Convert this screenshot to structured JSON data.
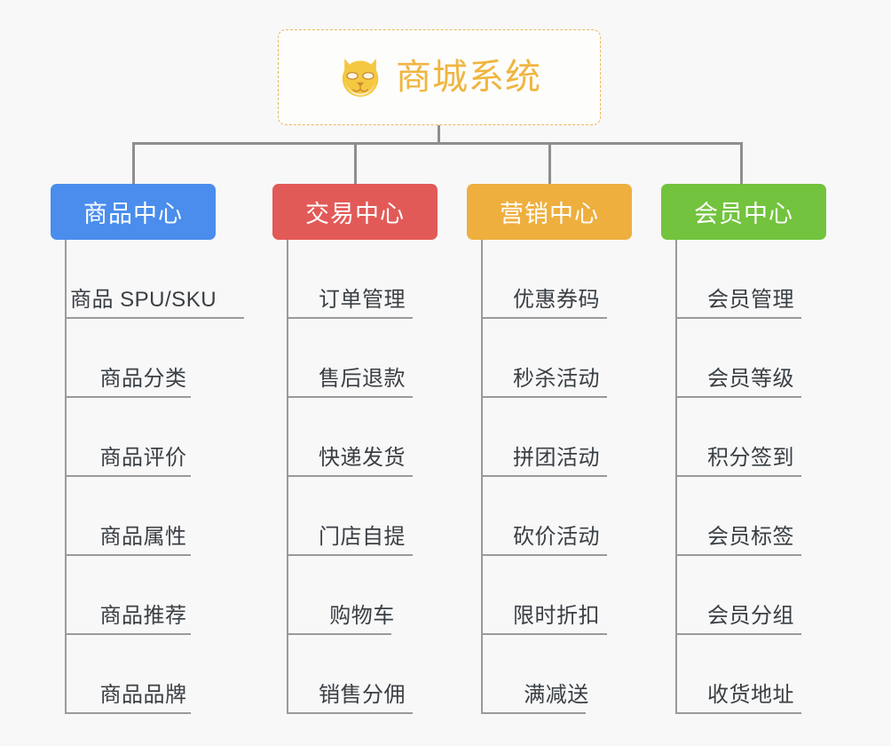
{
  "root": {
    "title": "商城系统",
    "icon": "shiba-dog-icon",
    "border_color": "#e8b85c",
    "text_color": "#f0b53f",
    "background": "#fdfdfc"
  },
  "canvas": {
    "background": "#f8f8f8",
    "connector_color": "#8e8e8e",
    "rule_color": "#9a9a9a",
    "item_text_color": "#3a3f44"
  },
  "columns": [
    {
      "title": "商品中心",
      "color": "#4a8ded",
      "items": [
        {
          "label": "商品 SPU/SKU",
          "rule_width": 202
        },
        {
          "label": "商品分类",
          "rule_width": 142
        },
        {
          "label": "商品评价",
          "rule_width": 142
        },
        {
          "label": "商品属性",
          "rule_width": 142
        },
        {
          "label": "商品推荐",
          "rule_width": 142
        },
        {
          "label": "商品品牌",
          "rule_width": 142
        }
      ]
    },
    {
      "title": "交易中心",
      "color": "#e25a57",
      "items": [
        {
          "label": "订单管理",
          "rule_width": 142
        },
        {
          "label": "售后退款",
          "rule_width": 142
        },
        {
          "label": "快递发货",
          "rule_width": 142
        },
        {
          "label": "门店自提",
          "rule_width": 142
        },
        {
          "label": "购物车",
          "rule_width": 118
        },
        {
          "label": "销售分佣",
          "rule_width": 142
        }
      ]
    },
    {
      "title": "营销中心",
      "color": "#eeaf3f",
      "items": [
        {
          "label": "优惠券码",
          "rule_width": 142
        },
        {
          "label": "秒杀活动",
          "rule_width": 142
        },
        {
          "label": "拼团活动",
          "rule_width": 142
        },
        {
          "label": "砍价活动",
          "rule_width": 142
        },
        {
          "label": "限时折扣",
          "rule_width": 142
        },
        {
          "label": "满减送",
          "rule_width": 118
        }
      ]
    },
    {
      "title": "会员中心",
      "color": "#73c33e",
      "items": [
        {
          "label": "会员管理",
          "rule_width": 142
        },
        {
          "label": "会员等级",
          "rule_width": 142
        },
        {
          "label": "积分签到",
          "rule_width": 142
        },
        {
          "label": "会员标签",
          "rule_width": 142
        },
        {
          "label": "会员分组",
          "rule_width": 142
        },
        {
          "label": "收货地址",
          "rule_width": 142
        }
      ]
    }
  ]
}
